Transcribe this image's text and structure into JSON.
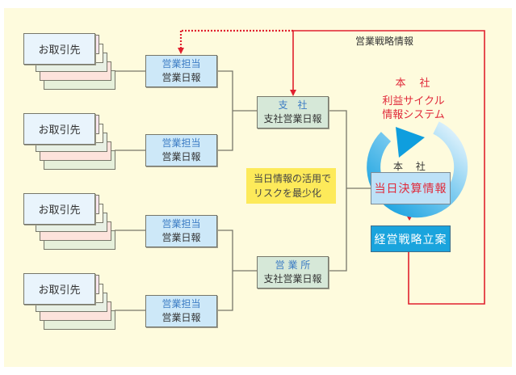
{
  "clients": [
    {
      "label": "お取引先"
    },
    {
      "label": "お取引先"
    },
    {
      "label": "お取引先"
    },
    {
      "label": "お取引先"
    }
  ],
  "sales_reps": [
    {
      "title": "営業担当",
      "subtitle": "営業日報"
    },
    {
      "title": "営業担当",
      "subtitle": "営業日報"
    },
    {
      "title": "営業担当",
      "subtitle": "営業日報"
    },
    {
      "title": "営業担当",
      "subtitle": "営業日報"
    }
  ],
  "branches": [
    {
      "title": "支　社",
      "subtitle": "支社営業日報"
    },
    {
      "title": "営 業 所",
      "subtitle": "支社営業日報"
    }
  ],
  "note": {
    "line1": "当日情報の活用で",
    "line2": "リスクを最少化"
  },
  "strategy_info_label": "営業戦略情報",
  "cycle": {
    "title": "本　社",
    "line1": "利益サイクル",
    "line2": "情報システム"
  },
  "headquarters_label": "本 社",
  "daily_settlement": "当日決算情報",
  "strategy_planning": "経営戦略立案",
  "colors": {
    "background": "#fefbdd",
    "red_line": "#e0202e",
    "rep_box": "#cde8f8",
    "branch_box": "#d6e8d8",
    "note": "#fdea5a",
    "plan_box": "#1aa4dd",
    "cycle_arrow": "#1aa4dd"
  }
}
